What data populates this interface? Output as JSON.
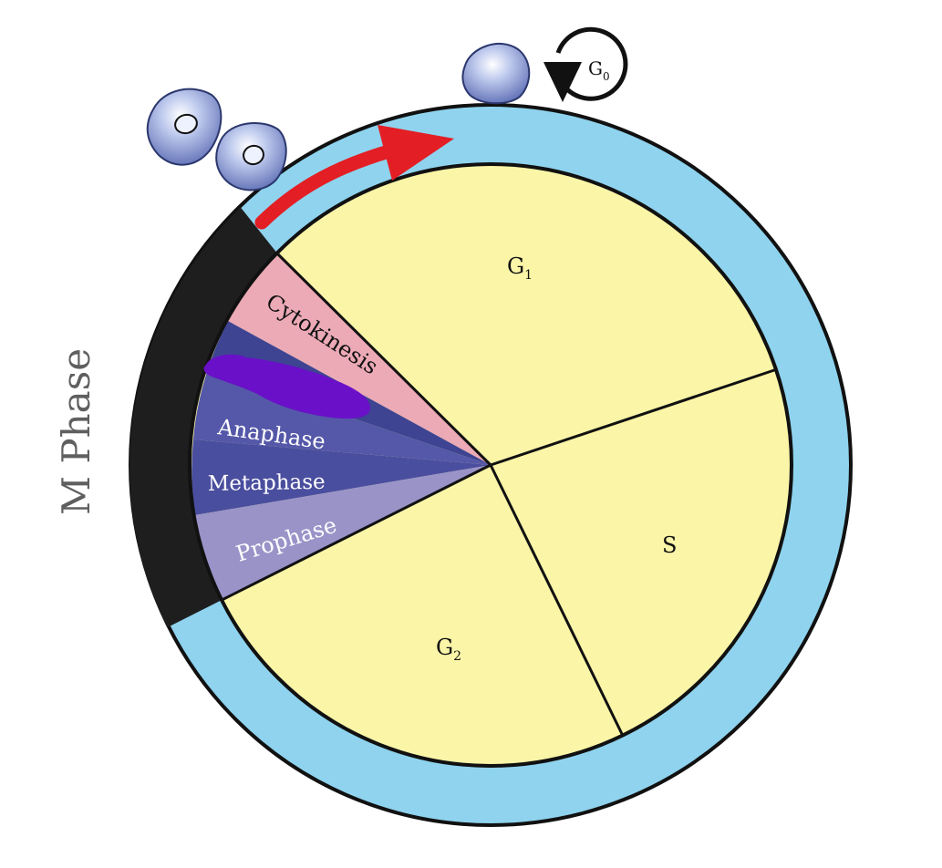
{
  "side_label": "M Phase",
  "phases": {
    "g1": {
      "label": "G",
      "sub": "1"
    },
    "s": {
      "label": "S"
    },
    "g2": {
      "label": "G",
      "sub": "2"
    },
    "g0": {
      "label": "G",
      "sub": "0"
    }
  },
  "m_subphases": [
    "Cytokinesis",
    "Anaphase",
    "Metaphase",
    "Prophase"
  ],
  "colors": {
    "outer_ring": "#8fd3ee",
    "interphase": "#fbf5a8",
    "m_ring": "#1e1e1e",
    "cytokinesis": "#ecaab6",
    "telophase": "#3e4492",
    "anaphase": "#5558a8",
    "metaphase": "#4a4e9e",
    "prophase": "#9a93c8",
    "arrow": "#e31e24",
    "cell": "#8e9fd6",
    "scribble": "#6a10c8"
  },
  "icons": [
    "cell-icon",
    "nucleus-icon",
    "curved-arrow-icon",
    "cycle-arrow-icon"
  ]
}
